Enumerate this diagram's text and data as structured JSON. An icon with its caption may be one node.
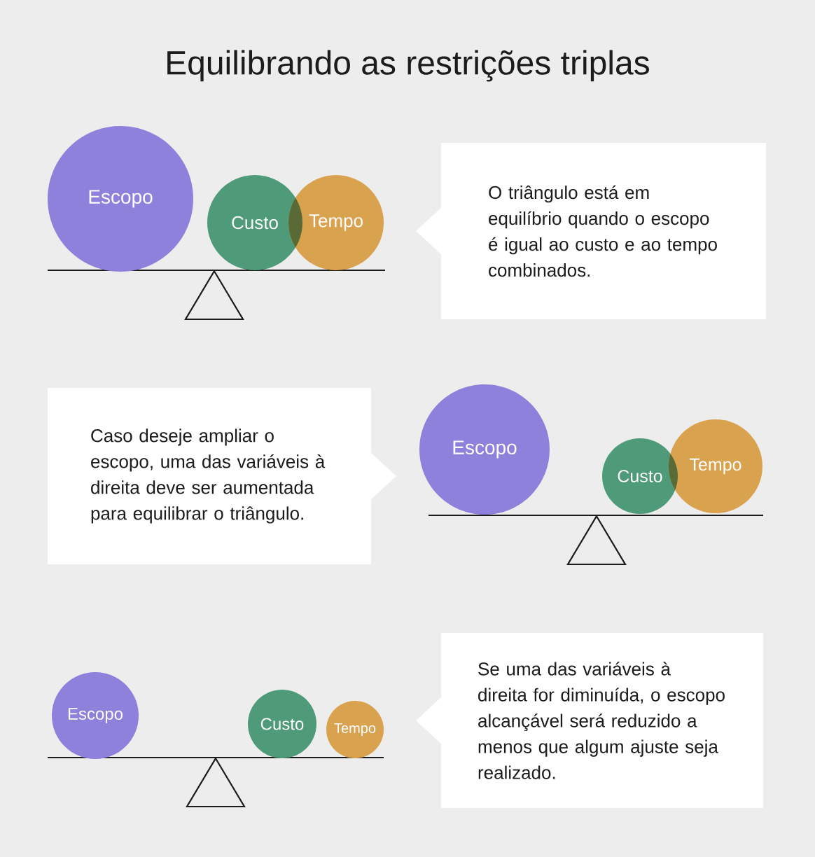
{
  "diagram": {
    "title": "Equilibrando as restrições triplas",
    "nodes": [
      {
        "text": [
          "Escopo"
        ]
      },
      {
        "text": [
          "Custo"
        ]
      },
      {
        "text": [
          "Tempo"
        ]
      },
      {
        "text": [
          "O triângulo está em equilíbrio quando o escopo é igual ao custo e ao tempo combinados."
        ]
      },
      {
        "text": [
          "Caso deseje ampliar o escopo, uma das variáveis à direita deve ser aumentada para equilibrar o triângulo."
        ]
      },
      {
        "text": [
          "Escopo"
        ]
      },
      {
        "text": [
          "Custo"
        ]
      },
      {
        "text": [
          "Tempo"
        ]
      },
      {
        "text": [
          "Escopo"
        ]
      },
      {
        "text": [
          "Custo"
        ]
      },
      {
        "text": [
          "Tempo"
        ]
      },
      {
        "text": [
          "Se uma das variáveis à direita for diminuída, o escopo alcançável será reduzido a menos que algum ajuste seja realizado."
        ]
      }
    ]
  }
}
